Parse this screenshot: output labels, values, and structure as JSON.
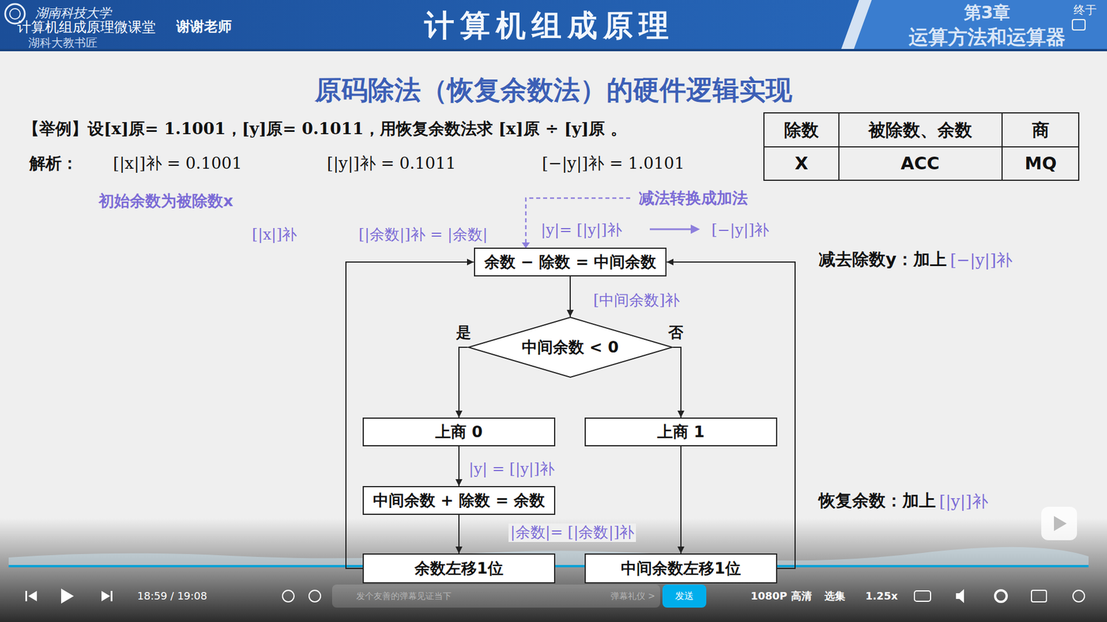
{
  "diagram": {
    "title": "原码除法（恢复余数法）的硬件逻辑实现",
    "nodes": [
      {
        "text": [
          "余数 − 除数 = 中间余数"
        ]
      },
      {
        "text": [
          "中间余数 < 0"
        ]
      },
      {
        "text": [
          "上商 0"
        ]
      },
      {
        "text": [
          "上商 1"
        ]
      },
      {
        "text": [
          "中间余数 + 除数 = 余数"
        ]
      },
      {
        "text": [
          "余数左移1位"
        ]
      },
      {
        "text": [
          "中间余数左移1位"
        ]
      }
    ],
    "edges": [
      {
        "from": 0,
        "to": 1,
        "arrow": "to",
        "label": "[中间余数]补"
      },
      {
        "from": 1,
        "to": 2,
        "arrow": "to",
        "label": "是"
      },
      {
        "from": 1,
        "to": 3,
        "arrow": "to",
        "label": "否"
      },
      {
        "from": 2,
        "to": 4,
        "arrow": "to",
        "label": "|y| = [|y|]补"
      },
      {
        "from": 4,
        "to": 5,
        "arrow": "to",
        "label": "|余数|= [|余数|]补"
      },
      {
        "from": 3,
        "to": 6,
        "arrow": "to"
      },
      {
        "from": 5,
        "to": 0,
        "arrow": "to"
      },
      {
        "from": 6,
        "to": 0,
        "arrow": "to"
      }
    ],
    "labels": [
      "湖南科技大学",
      "计算机组成原理微课堂",
      "谢谢老师",
      "湖科大教书匠",
      "计算机组成原理",
      "第3章",
      "运算方法和运算器",
      "终于",
      "【举例】设[x]原= 1.1001，[y]原= 0.1011，用恢复余数法求 [x]原 ÷ [y]原 。",
      "除数",
      "被除数、余数",
      "商",
      "X",
      "ACC",
      "MQ",
      "解析：",
      "[|x|]补 = 0.1001",
      "[|y|]补 = 0.1011",
      "[−|y|]补 = 1.0101",
      "初始余数为被除数x",
      "减法转换成加法",
      "[|x|]补",
      "[|余数|]补 = |余数|",
      "|y|= [|y|]补",
      "[−|y|]补",
      "减去除数y：加上",
      "[−|y|]补",
      "恢复余数：加上",
      "[|y|]补",
      "18:59 / 19:08",
      "发个友善的弹幕见证当下",
      "弹幕礼仪 >",
      "发送",
      "1080P 高清",
      "选集",
      "1.25x"
    ]
  }
}
